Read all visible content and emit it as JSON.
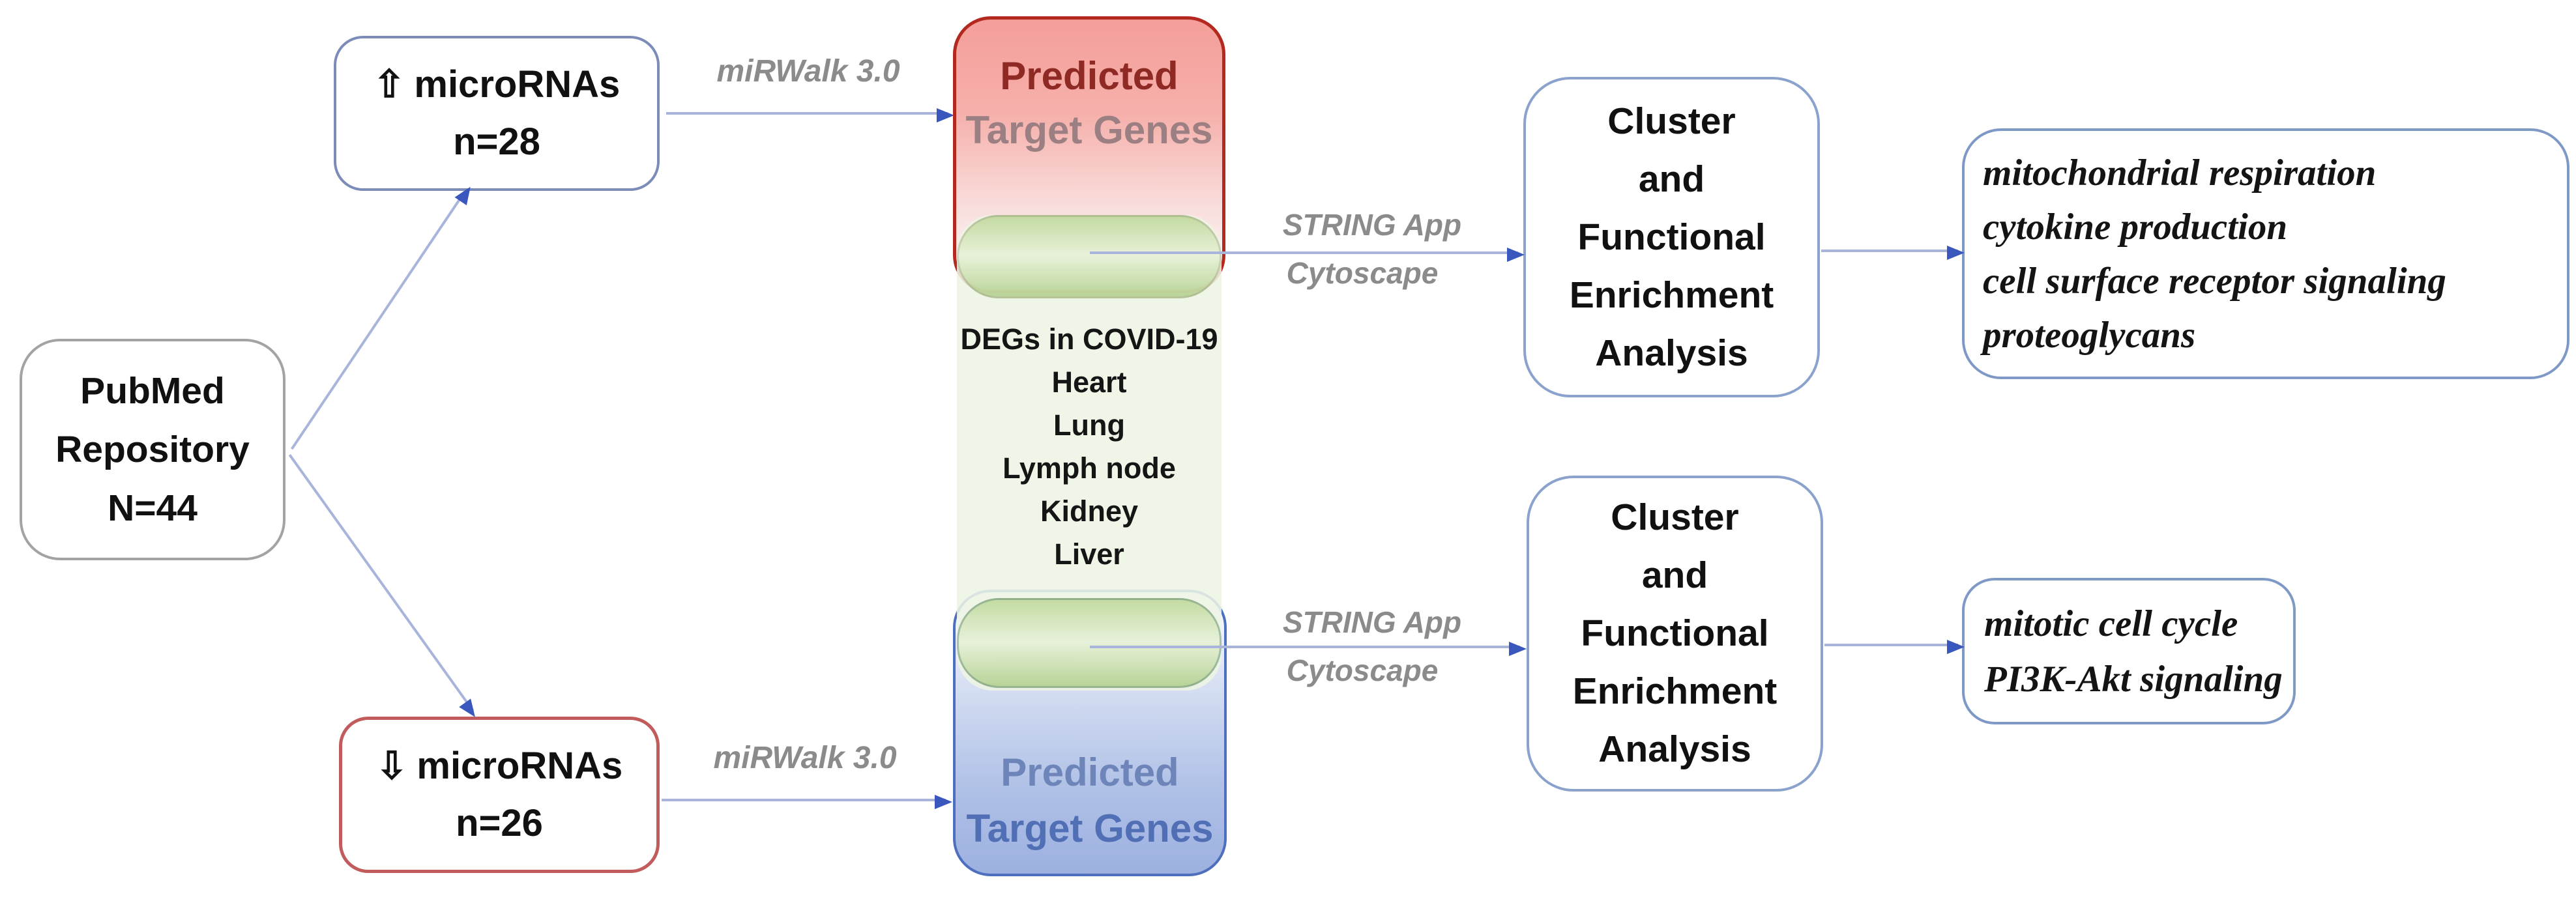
{
  "figure": {
    "pubmed": {
      "line1": "PubMed",
      "line2": "Repository",
      "line3": "N=44"
    },
    "mirna_up": {
      "arrow_glyph": "⇧",
      "name": "microRNAs",
      "count": "n=28"
    },
    "mirna_down": {
      "arrow_glyph": "⇩",
      "name": "microRNAs",
      "count": "n=26"
    },
    "tools": {
      "mirwalk_top": "miRWalk 3.0",
      "mirwalk_bottom": "miRWalk 3.0",
      "string_top_line1": "STRING App",
      "string_top_line2": "Cytoscape",
      "string_bottom_line1": "STRING App",
      "string_bottom_line2": "Cytoscape"
    },
    "predicted_top": {
      "line1": "Predicted",
      "line2": "Target Genes"
    },
    "degs": {
      "line1": "DEGs in COVID-19",
      "line2": "Heart",
      "line3": "Lung",
      "line4": "Lymph node",
      "line5": "Kidney",
      "line6": "Liver"
    },
    "predicted_bottom": {
      "line1": "Predicted",
      "line2": "Target Genes"
    },
    "cluster_top": {
      "line1": "Cluster",
      "line2": "and",
      "line3": "Functional",
      "line4": "Enrichment",
      "line5": "Analysis"
    },
    "cluster_bottom": {
      "line1": "Cluster",
      "line2": "and",
      "line3": "Functional",
      "line4": "Enrichment",
      "line5": "Analysis"
    },
    "results_top": {
      "line1": "mitochondrial respiration",
      "line2": "cytokine production",
      "line3": "cell surface receptor signaling",
      "line4": "proteoglycans"
    },
    "results_bottom": {
      "line1": "mitotic cell cycle",
      "line2": "PI3K-Akt signaling"
    },
    "colors": {
      "red_border": "#b4291f",
      "red_fill_top": "#f49e99",
      "dark_red_text": "#8e2a23",
      "mauve_text": "#9b7f82",
      "green_fill": "#edf4e4",
      "green_cap": "#bcd696",
      "blue_border": "#4d6fbe",
      "blue_fill": "#9db1e0",
      "blue_text": "#506fb4",
      "slate_border": "#7b8cb8",
      "rose_border": "#c25b5b",
      "gray_border": "#a3a3a3",
      "cluster_border": "#8aa2cc",
      "result_border": "#7e99c6",
      "arrow_line": "#a9b4da",
      "arrow_head": "#3a57bd",
      "label_gray": "#8b8b8b"
    }
  }
}
